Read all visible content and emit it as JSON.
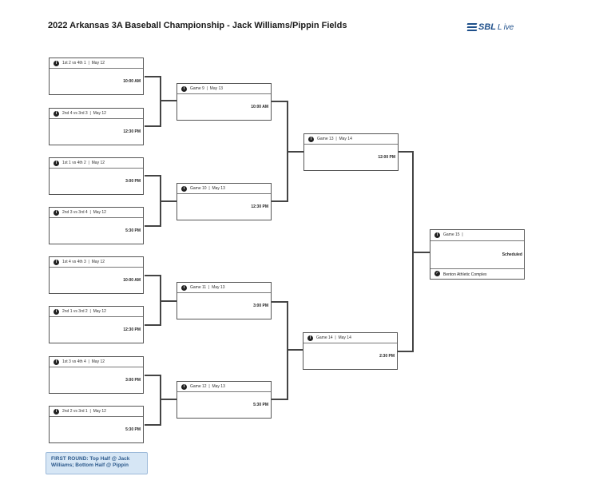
{
  "header": {
    "title": "2022 Arkansas 3A Baseball Championship - Jack Williams/Pippin Fields",
    "logo_text": "SBL",
    "logo_suffix": "ive"
  },
  "round1": [
    {
      "label": "1st 2 vs 4th 1",
      "date": "May 12",
      "time": "10:00 AM"
    },
    {
      "label": "2nd 4 vs 3rd 3",
      "date": "May 12",
      "time": "12:30 PM"
    },
    {
      "label": "1st 1 vs 4th 2",
      "date": "May 12",
      "time": "3:00 PM"
    },
    {
      "label": "2nd 3 vs 3rd 4",
      "date": "May 12",
      "time": "5:30 PM"
    },
    {
      "label": "1st 4 vs 4th 3",
      "date": "May 12",
      "time": "10:00 AM"
    },
    {
      "label": "2nd 1 vs 3rd 2",
      "date": "May 12",
      "time": "12:30 PM"
    },
    {
      "label": "1st 3 vs 4th 4",
      "date": "May 12",
      "time": "3:00 PM"
    },
    {
      "label": "2nd 2 vs 3rd 1",
      "date": "May 12",
      "time": "5:30 PM"
    }
  ],
  "round2": [
    {
      "label": "Game 9",
      "date": "May 13",
      "time": "10:00 AM"
    },
    {
      "label": "Game 10",
      "date": "May 13",
      "time": "12:30 PM"
    },
    {
      "label": "Game 11",
      "date": "May 13",
      "time": "3:00 PM"
    },
    {
      "label": "Game 12",
      "date": "May 13",
      "time": "5:30 PM"
    }
  ],
  "semis": [
    {
      "label": "Game 13",
      "date": "May 14",
      "time": "12:00 PM"
    },
    {
      "label": "Game 14",
      "date": "May 14",
      "time": "2:30 PM"
    }
  ],
  "final": {
    "label": "Game 15",
    "sep": "|",
    "status": "Scheduled",
    "venue": "Benton Athletic Complex"
  },
  "note": "FIRST ROUND: Top Half @ Jack Williams; Bottom Half @ Pippin",
  "sep": "|",
  "info_glyph": "i",
  "check_glyph": "✓"
}
